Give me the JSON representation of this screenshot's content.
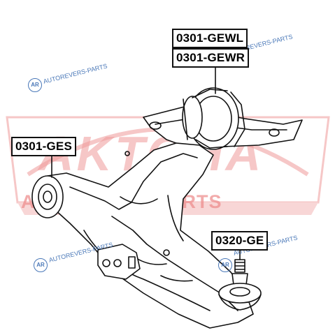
{
  "brand": {
    "logo_word": "AKTOHA",
    "tagline": "AUTO SPARE PARTS",
    "accent_color": "#e53935"
  },
  "watermark": {
    "text": "AUTOREVERS-PARTS",
    "logo_letters": "AR",
    "color": "#4a78b8"
  },
  "labels": {
    "gewl": "0301-GEWL",
    "gewr": "0301-GEWR",
    "ges": "0301-GES",
    "ge": "0320-GE"
  }
}
